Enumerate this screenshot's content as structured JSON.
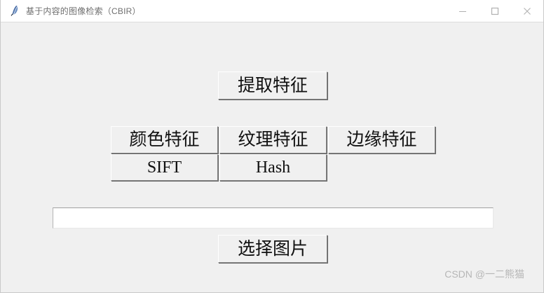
{
  "window": {
    "title": "基于内容的图像检索（CBIR）",
    "icon": "feather-icon",
    "background_color": "#f0f0f0",
    "titlebar_color": "#ffffff",
    "controls": [
      {
        "name": "minimize",
        "glyph": "—"
      },
      {
        "name": "maximize",
        "glyph": "▢"
      },
      {
        "name": "close",
        "glyph": "✕"
      }
    ]
  },
  "main": {
    "extract_button": "提取特征",
    "feature_buttons_row1": [
      "颜色特征",
      "纹理特征",
      "边缘特征"
    ],
    "feature_buttons_row2": [
      "SIFT",
      "Hash"
    ],
    "path_entry": {
      "value": "",
      "placeholder": ""
    },
    "select_button": "选择图片"
  },
  "watermark": {
    "text": "CSDN @一二熊猫"
  }
}
